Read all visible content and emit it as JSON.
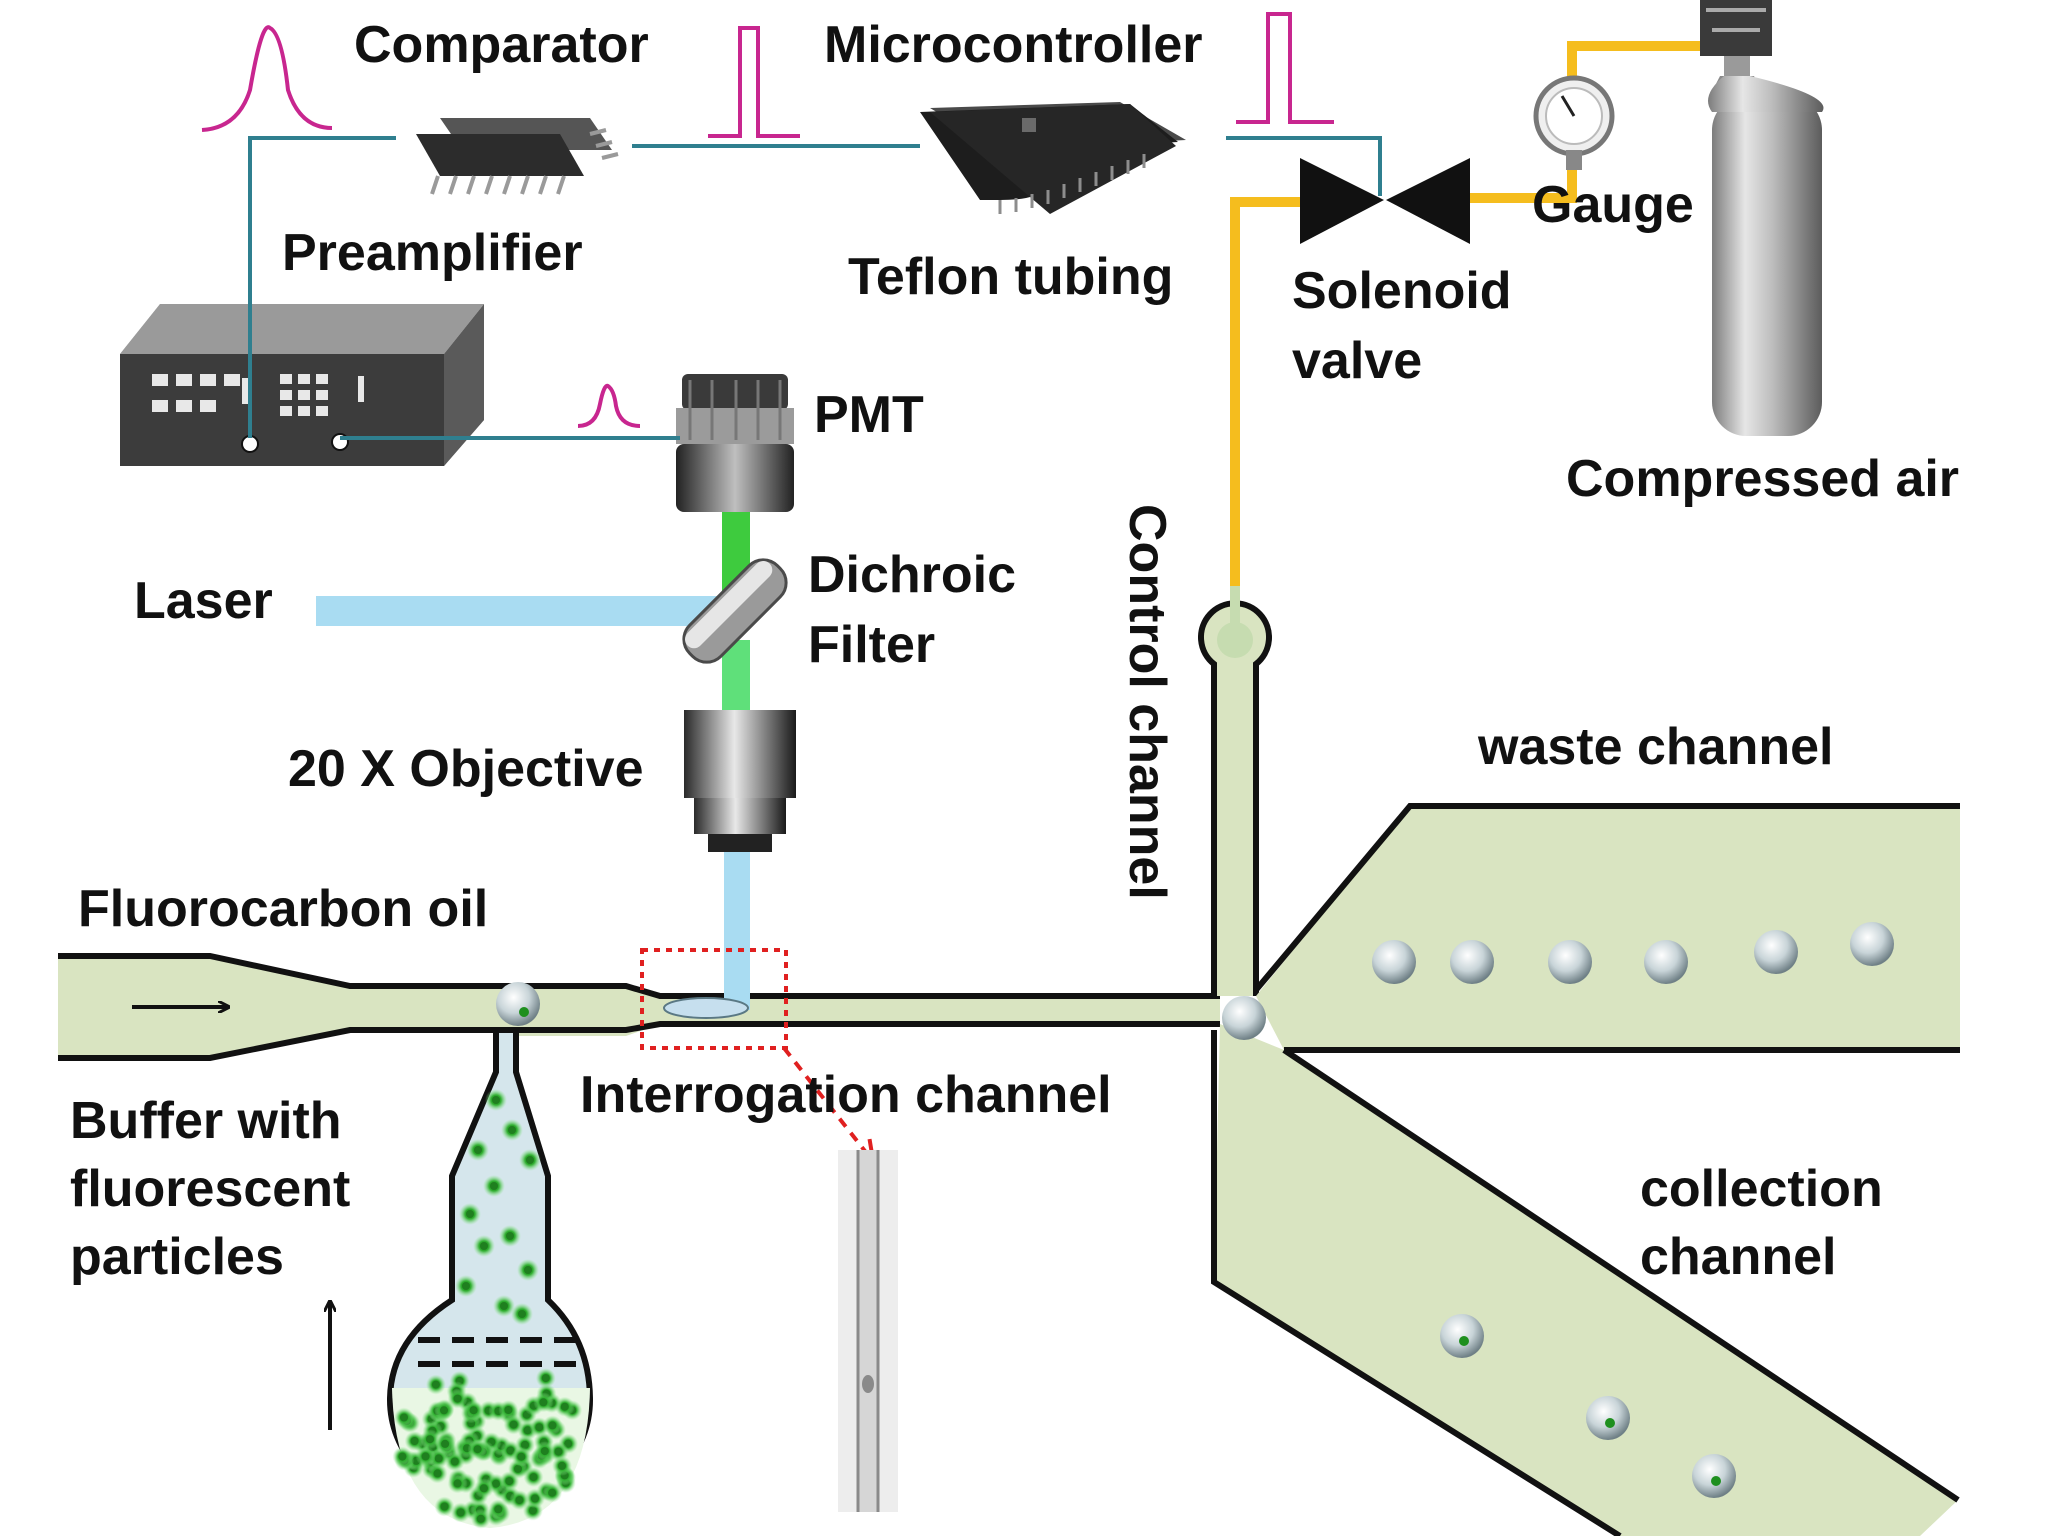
{
  "labels": {
    "comparator": "Comparator",
    "microcontroller": "Microcontroller",
    "preamplifier": "Preamplifier",
    "teflon_tubing": "Teflon tubing",
    "gauge": "Gauge",
    "solenoid_line1": "Solenoid",
    "solenoid_line2": "valve",
    "pmt": "PMT",
    "compressed_air": "Compressed air",
    "laser": "Laser",
    "dichroic_line1": "Dichroic",
    "dichroic_line2": "Filter",
    "objective": "20 X Objective",
    "control_channel": "Control channel",
    "waste_channel": "waste channel",
    "fluorocarbon_oil": "Fluorocarbon oil",
    "interrogation_channel": "Interrogation channel",
    "buffer_line1": "Buffer with",
    "buffer_line2": "fluorescent",
    "buffer_line3": "particles",
    "collection_line1": "collection",
    "collection_line2": "channel"
  },
  "colors": {
    "channel_fill": "#d9e4c1",
    "signal_wire": "#2f7f8f",
    "pulse": "#c8268f",
    "air_tubing": "#f5bd1e",
    "laser_beam": "#a9dcf2",
    "emission_beam": "#3ecb3e",
    "fluorescent_particle": "#2e9e2e",
    "detection_box": "#e02020"
  }
}
